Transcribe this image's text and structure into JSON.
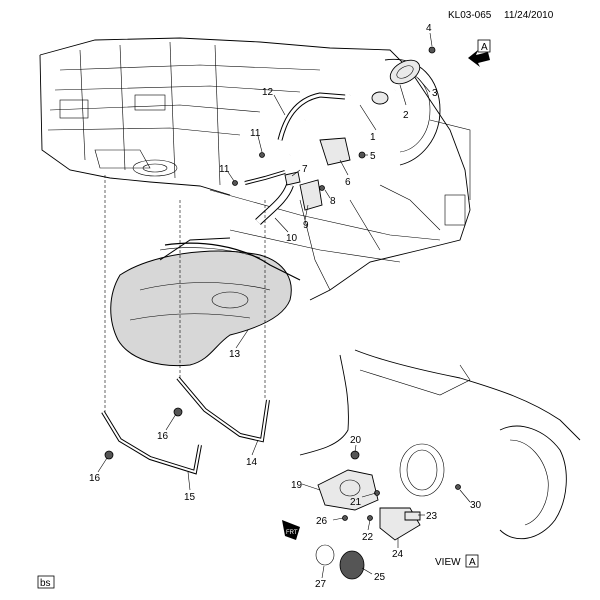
{
  "header": {
    "code": "KL03-065",
    "date": "11/24/2010"
  },
  "view_arrow_label": "A",
  "view_caption": {
    "text": "VIEW",
    "ref": "A"
  },
  "footer_tag": "bs",
  "callouts": [
    "1",
    "2",
    "3",
    "4",
    "5",
    "6",
    "7",
    "8",
    "9",
    "10",
    "11",
    "11",
    "12",
    "13",
    "14",
    "15",
    "16",
    "16",
    "19",
    "20",
    "21",
    "22",
    "23",
    "24",
    "25",
    "26",
    "27",
    "30"
  ]
}
